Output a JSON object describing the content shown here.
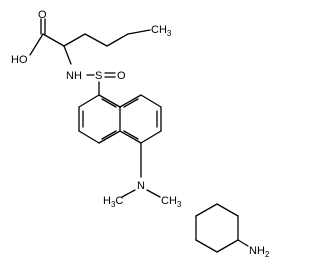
{
  "structure": {
    "labels": {
      "ch3": {
        "main": "CH",
        "sub": "3"
      },
      "carbonyl_o": "O",
      "hydroxyl": "HO",
      "amide_nh": "NH",
      "sulfur": "S",
      "sulfonyl_o": "O",
      "dimethylamino_n": "N",
      "methyl_left": {
        "main": "H",
        "sub": "3",
        "tail": "C"
      },
      "methyl_right": {
        "main": "CH",
        "sub": "3"
      },
      "amine": {
        "main": "NH",
        "sub": "2"
      }
    }
  }
}
